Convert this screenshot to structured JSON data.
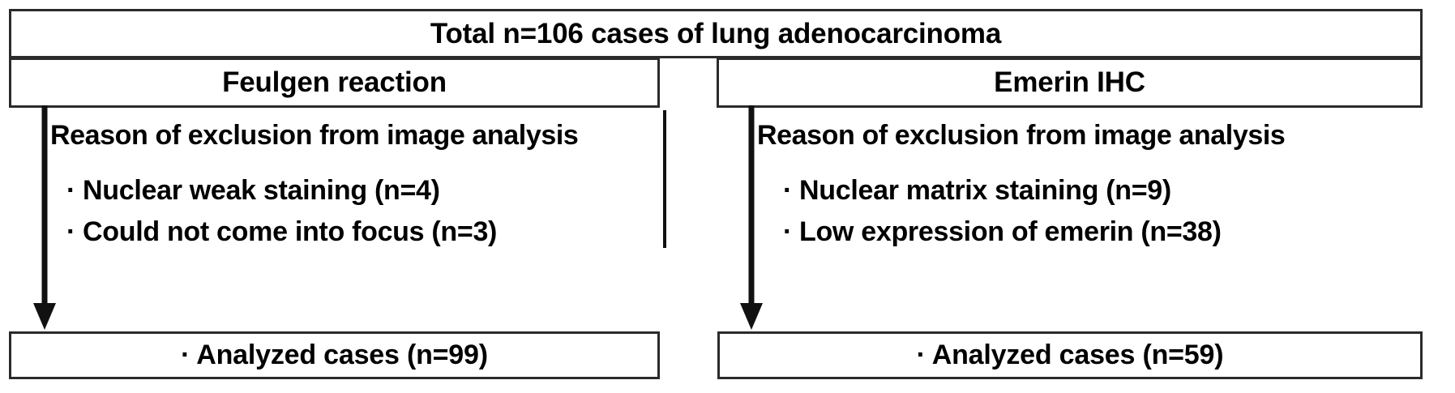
{
  "diagram": {
    "title_box": {
      "label": "Total n=106 cases of lung adenocarcinoma"
    },
    "branches": [
      {
        "id": "feulgen",
        "header_label": "Feulgen reaction",
        "exclusion_heading": "Reason of exclusion from image analysis",
        "exclusion_items": [
          "Nuclear weak staining (n=4)",
          "Could not come into focus (n=3)"
        ],
        "bullet_glyph": "·",
        "outcome_label": "· Analyzed cases (n=99)",
        "arrow_name": "down-arrow-icon"
      },
      {
        "id": "emerin",
        "header_label": "Emerin IHC",
        "exclusion_heading": "Reason of exclusion from image analysis",
        "exclusion_items": [
          "Nuclear matrix staining (n=9)",
          "Low expression of emerin (n=38)"
        ],
        "bullet_glyph": "·",
        "outcome_label": "· Analyzed cases (n=59)",
        "arrow_name": "down-arrow-icon"
      }
    ],
    "colors": {
      "box_border": "#2b2b2b",
      "text": "#000000",
      "arrow": "#111111",
      "background": "#ffffff"
    }
  }
}
